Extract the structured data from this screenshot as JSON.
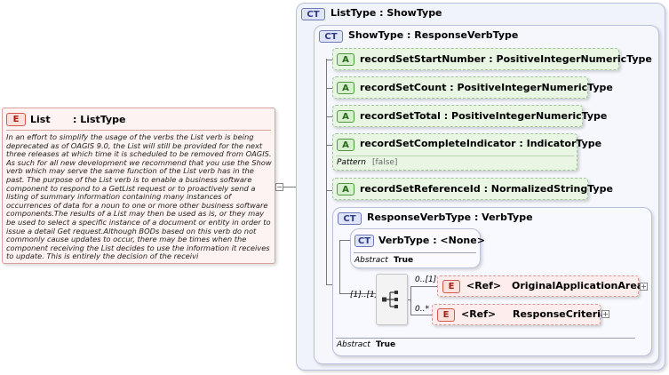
{
  "root": {
    "badge": "CT",
    "title": "ListType : ShowType"
  },
  "show_type": {
    "badge": "CT",
    "title": "ShowType : ResponseVerbType"
  },
  "attributes": [
    {
      "badge": "A",
      "label": "recordSetStartNumber : PositiveIntegerNumericType"
    },
    {
      "badge": "A",
      "label": "recordSetCount : PositiveIntegerNumericType"
    },
    {
      "badge": "A",
      "label": "recordSetTotal : PositiveIntegerNumericType"
    },
    {
      "badge": "A",
      "label": "recordSetCompleteIndicator : IndicatorType",
      "facet_name": "Pattern",
      "facet_value": "[false]"
    },
    {
      "badge": "A",
      "label": "recordSetReferenceId : NormalizedStringType"
    }
  ],
  "response_verb_type": {
    "badge": "CT",
    "title": "ResponseVerbType : VerbType",
    "abstract_label": "Abstract",
    "abstract_value": "True"
  },
  "verb_type": {
    "badge": "CT",
    "title": "VerbType : <None>",
    "abstract_label": "Abstract",
    "abstract_value": "True"
  },
  "sequence": {
    "multiplicity": "[1]..[1]"
  },
  "refs": [
    {
      "badge": "E",
      "cardinality": "0..[1]",
      "ref_label": "<Ref>",
      "name": "OriginalApplicationArea"
    },
    {
      "badge": "E",
      "cardinality": "0..*",
      "ref_label": "<Ref>",
      "name": "ResponseCriteria"
    }
  ],
  "list_element": {
    "badge": "E",
    "name": "List",
    "type": ": ListType",
    "description": "In an effort to simplify the usage of the verbs the List verb is being deprecated as of OAGIS 9.0, the List will still be provided for the next three releases at which time it is scheduled to be removed from OAGIS. As such for all new development we recommend that you use the Show verb which may serve the same function of the List verb has in the past. The purpose of the List verb is to enable a business software component to respond to a GetList request or to proactively send a listing of summary information containing many instances of occurrences of data for a noun to one or more other business software components.The results of a List may then be used as is, or they may be used to select a specific instance of a document or entity in order to issue a detail Get request.Although BODs based on this verb do not commonly cause updates to occur, there may be times when the component receiving the List decides to use the information it receives to update. This is entirely the decision of the receivi"
  },
  "colors": {
    "element_border": "#d4574a",
    "attribute_border": "#9fc697",
    "complex_type_bg": "#f1f3fb"
  }
}
